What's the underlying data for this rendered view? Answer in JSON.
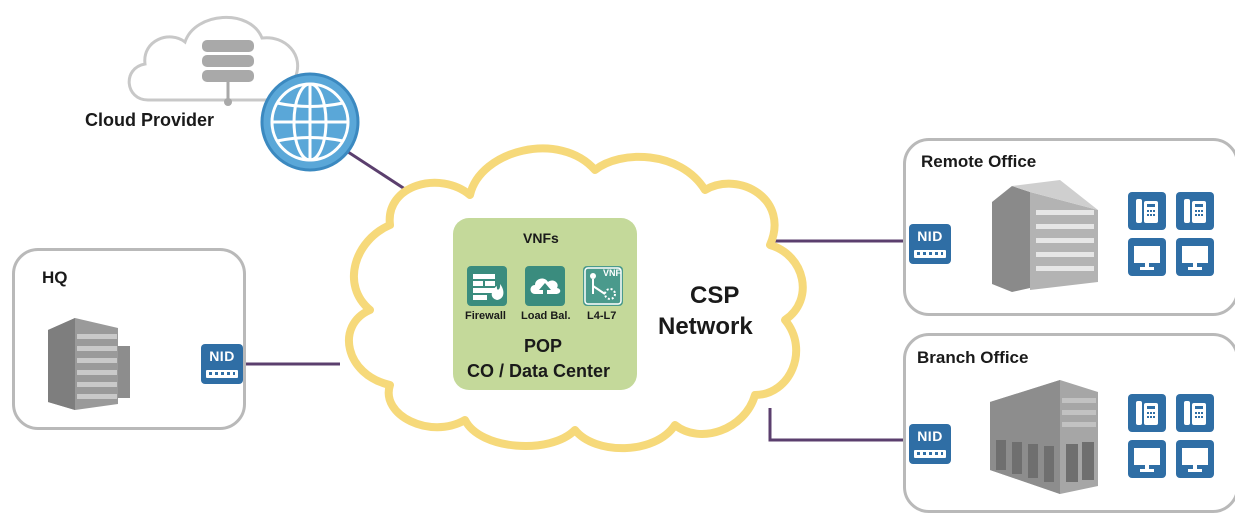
{
  "cloud_provider": {
    "label": "Cloud Provider",
    "icon": "globe-icon",
    "cloud_icon": "cloud-server-icon"
  },
  "csp": {
    "line1": "CSP",
    "line2": "Network"
  },
  "pop": {
    "header": "VNFs",
    "vnfs": [
      {
        "label": "Firewall",
        "icon": "firewall-icon"
      },
      {
        "label": "Load Bal.",
        "icon": "load-balancer-icon"
      },
      {
        "label": "L4-L7",
        "icon": "vnf-icon",
        "badge": "VNF"
      }
    ],
    "title": "POP",
    "subtitle": "CO / Data Center"
  },
  "sites": {
    "hq": {
      "label": "HQ",
      "nid": "NID"
    },
    "remote": {
      "label": "Remote Office",
      "nid": "NID"
    },
    "branch": {
      "label": "Branch Office",
      "nid": "NID"
    }
  },
  "colors": {
    "link": "#5b3f6e",
    "cloud_outline": "#f6d97a",
    "pop_fill": "#c4d99a",
    "nid_blue": "#2f6ea5",
    "site_border": "#b9b9b9"
  }
}
